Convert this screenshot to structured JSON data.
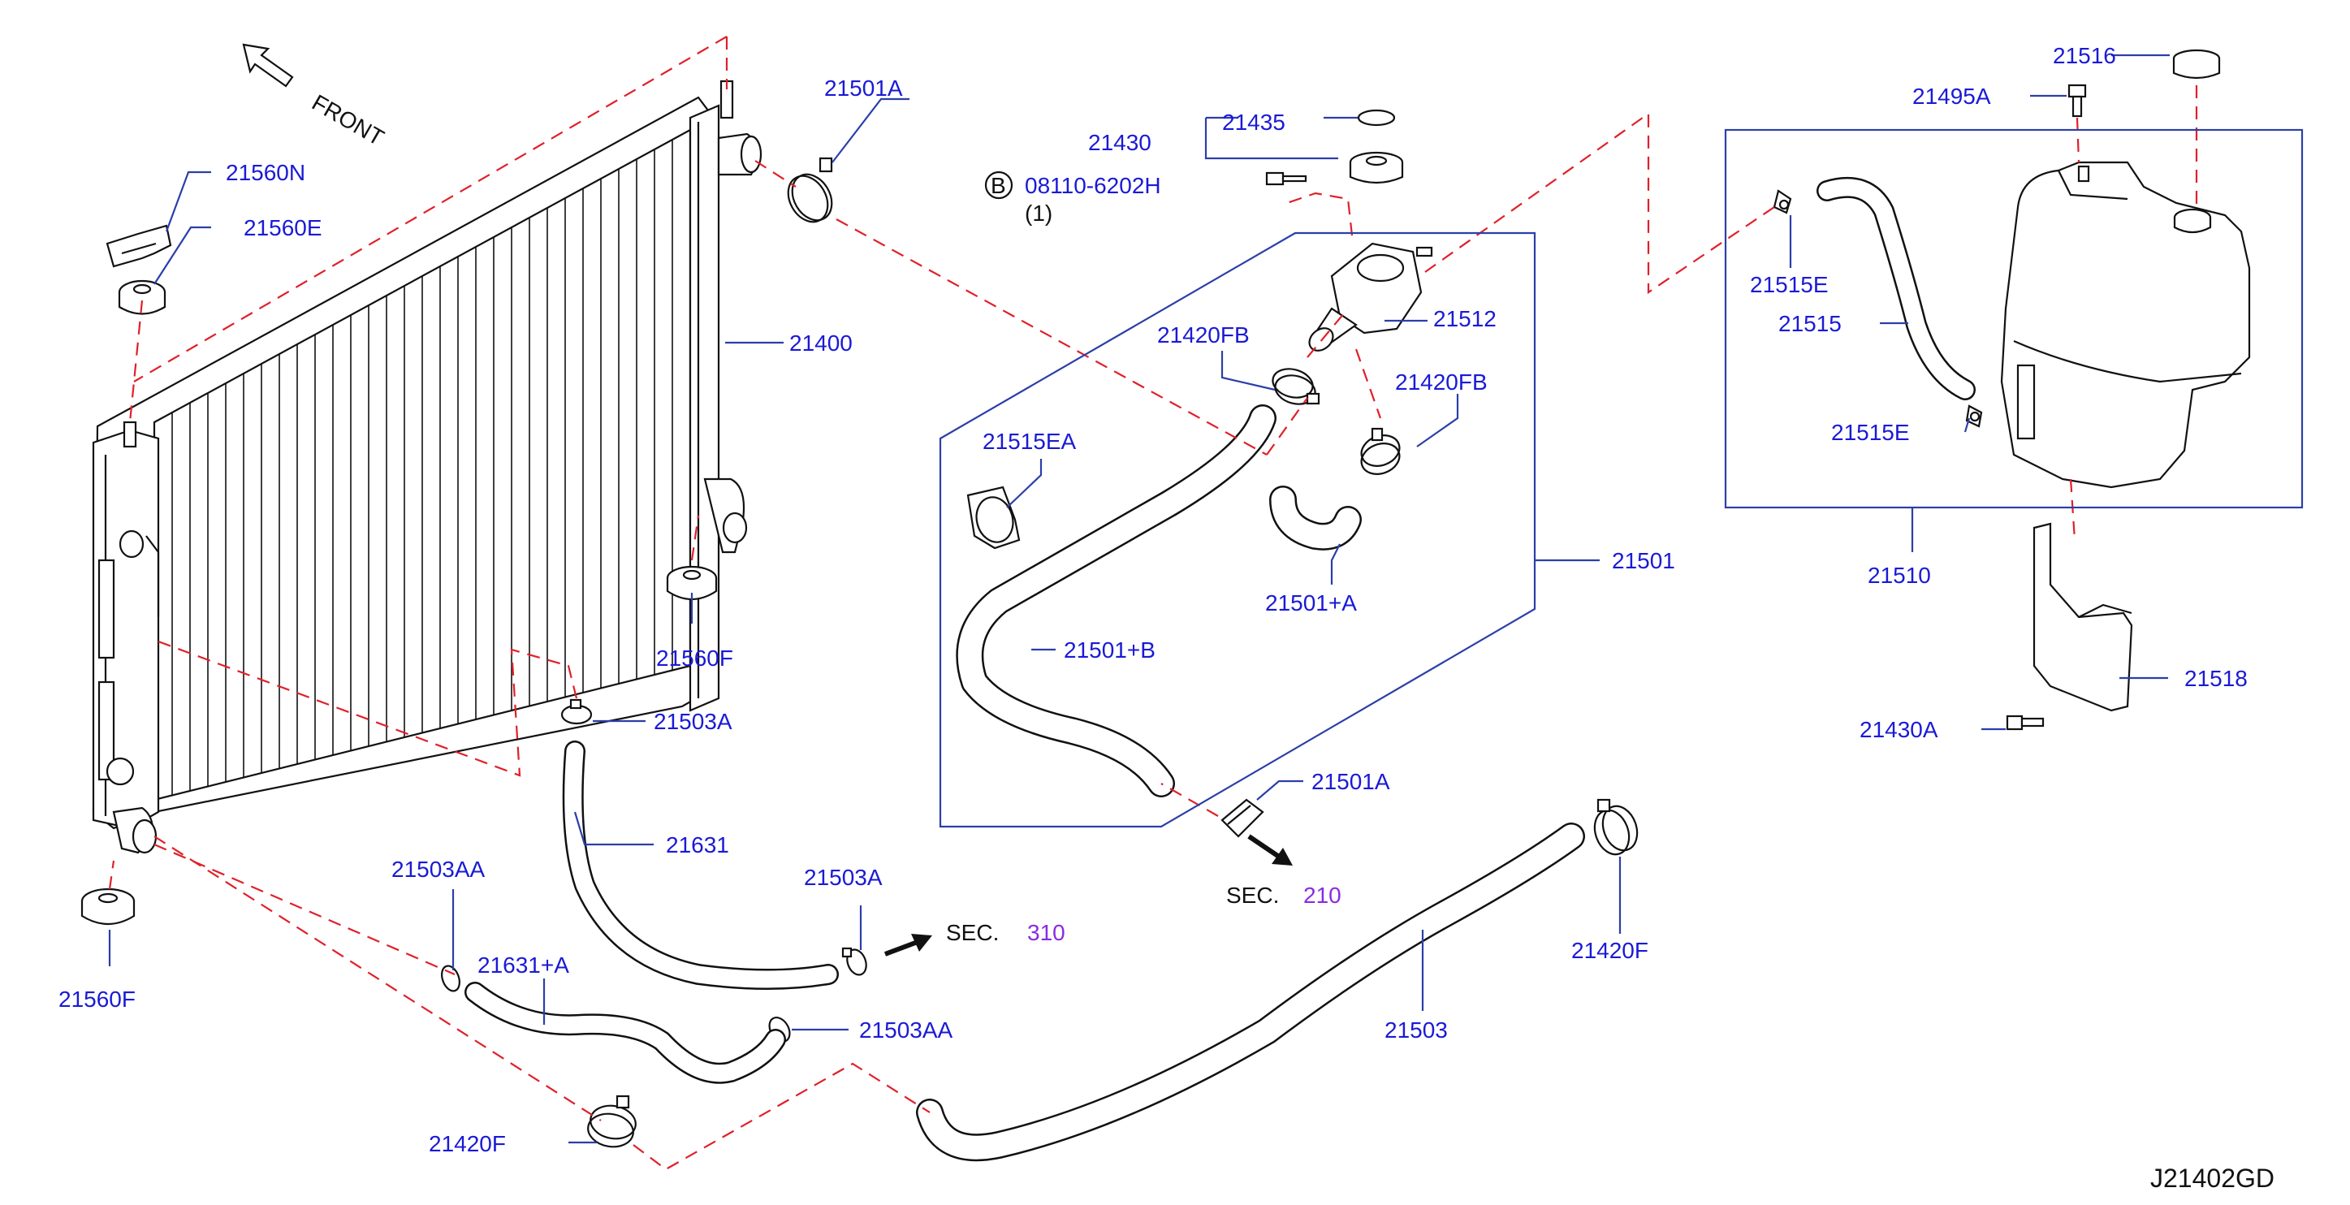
{
  "diagram": {
    "front_label": "FRONT",
    "drawing_code": "J21402GD",
    "sec_prefix": "SEC.",
    "sec_310": "310",
    "sec_210": "210",
    "bolt_circle_letter": "B",
    "bolt_code": "08110-6202H",
    "bolt_qty": "(1)"
  },
  "labels": {
    "p21501A_top": "21501A",
    "p21560N": "21560N",
    "p21560E": "21560E",
    "p21400": "21400",
    "p21430": "21430",
    "p21435": "21435",
    "p21512": "21512",
    "p21420FB_a": "21420FB",
    "p21420FB_b": "21420FB",
    "p21515EA": "21515EA",
    "p21501": "21501",
    "p21501A_plus": "21501+A",
    "p21501B_plus": "21501+B",
    "p21560F_mid": "21560F",
    "p21503A_a": "21503A",
    "p21631": "21631",
    "p21503A_b": "21503A",
    "p21503AA_a": "21503AA",
    "p21631A_plus": "21631+A",
    "p21503AA_b": "21503AA",
    "p21560F_left": "21560F",
    "p21420F_bottom": "21420F",
    "p21503": "21503",
    "p21420F_right": "21420F",
    "p21501A_mid": "21501A",
    "p21516": "21516",
    "p21495A": "21495A",
    "p21515E_a": "21515E",
    "p21515": "21515",
    "p21515E_b": "21515E",
    "p21510": "21510",
    "p21518": "21518",
    "p21430A": "21430A"
  }
}
